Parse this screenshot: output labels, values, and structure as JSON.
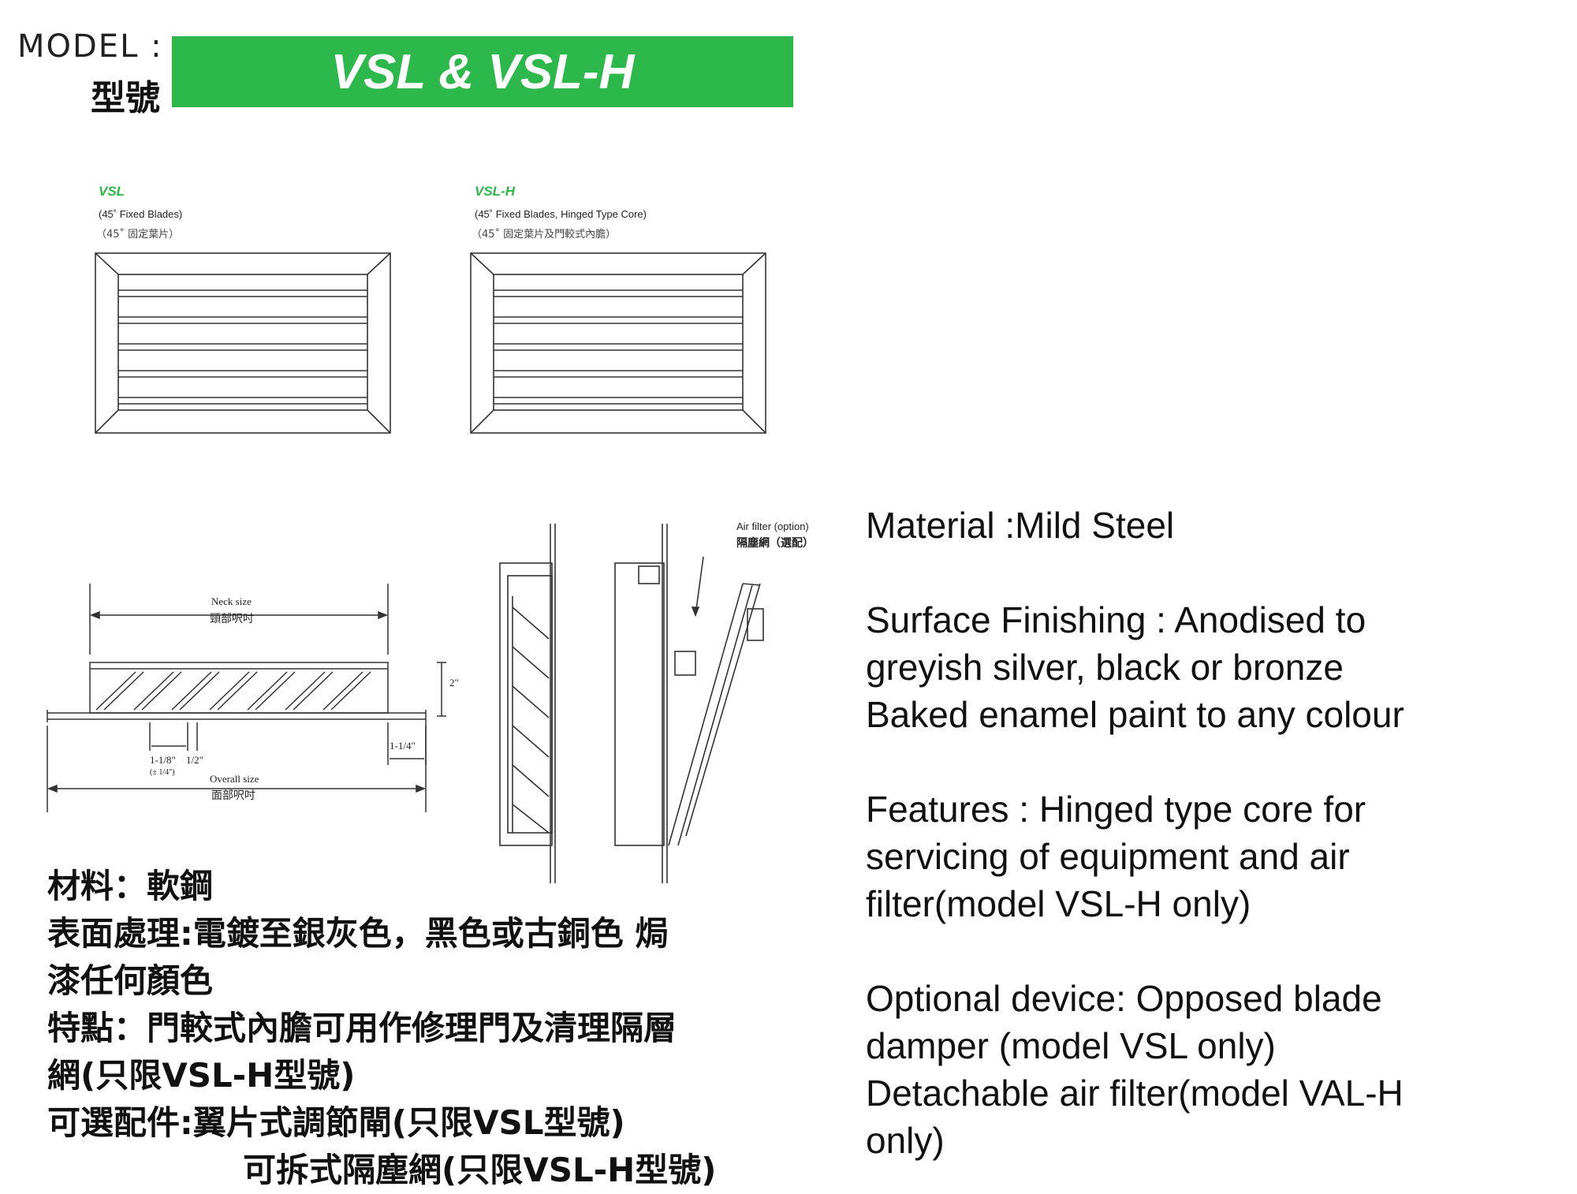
{
  "header": {
    "model_label_en": "MODEL :",
    "model_label_zh": "型號",
    "model_title": "VSL & VSL-H",
    "accent_color": "#2db84b"
  },
  "front_views": [
    {
      "code": "VSL",
      "desc_en": "(45˚ Fixed Blades)",
      "desc_zh": "（45˚ 固定葉片）"
    },
    {
      "code": "VSL-H",
      "desc_en": "(45˚ Fixed Blades, Hinged Type Core)",
      "desc_zh": "（45˚ 固定葉片及門較式內膽）"
    }
  ],
  "section_drawing": {
    "neck_size_en": "Neck size",
    "neck_size_zh": "頸部呎吋",
    "height_dim": "2\"",
    "flange_dim": "1-1/4\"",
    "blade_pitch": "1-1/8\"",
    "blade_pitch_tol": "(± 1/4\")",
    "blade_gap": "1/2\"",
    "overall_size_en": "Overall size",
    "overall_size_zh": "面部呎吋"
  },
  "side_drawing": {
    "filter_label_en": "Air filter (option)",
    "filter_label_zh": "隔塵網（選配）"
  },
  "spec_en": {
    "material": "Material  :Mild Steel",
    "surface_1": "Surface Finishing :  Anodised to",
    "surface_2": "greyish silver, black or bronze",
    "surface_3": "Baked enamel paint to any colour",
    "features_1": "Features : Hinged type core for",
    "features_2": "servicing of equipment and air",
    "features_3": "filter(model VSL-H only)",
    "optional_1": "Optional device: Opposed blade",
    "optional_2": "damper (model VSL only)",
    "optional_3": "Detachable air filter(model VAL-H",
    "optional_4": "only)"
  },
  "spec_zh": {
    "line_1": "材料：軟鋼",
    "line_2": "表面處理:電鍍至銀灰色，黑色或古銅色 焗",
    "line_3": "漆任何顏色",
    "line_4": "特點：門較式內膽可用作修理門及清理隔層",
    "line_5": "網(只限VSL-H型號)",
    "line_6": "可選配件:翼片式調節閘(只限VSL型號)",
    "line_7": "可拆式隔塵網(只限VSL-H型號)"
  }
}
